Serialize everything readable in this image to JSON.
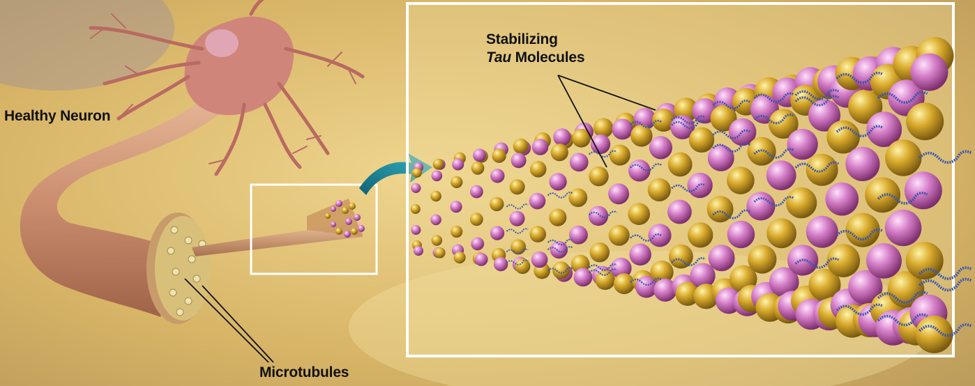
{
  "labels": {
    "healthy_neuron": "Healthy Neuron",
    "tau_line1": "Stabilizing",
    "tau_italic": "Tau",
    "tau_line2_rest": " Molecules",
    "microtubules": "Microtubules"
  },
  "colors": {
    "background": "#d9b86a",
    "neuron": "#c9776e",
    "tubulin_gold": "#d2a92f",
    "tubulin_pink": "#d77fc6",
    "tau_blue": "#3a56b0",
    "frame": "#ffffff",
    "arrow": "#1e8fa0"
  }
}
